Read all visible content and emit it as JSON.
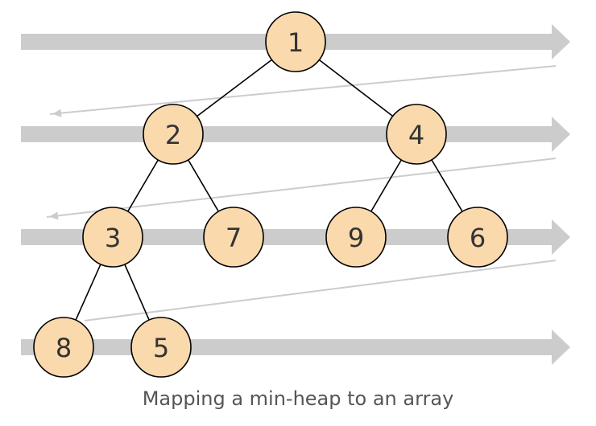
{
  "caption": "Mapping a min-heap to an array",
  "colors": {
    "node_fill": "#fad9ad",
    "node_stroke": "#000000",
    "band": "#cccccc",
    "zigzag": "#cccccc",
    "edge": "#000000",
    "text": "#333333"
  },
  "nodes": [
    {
      "id": "n1",
      "label": "1"
    },
    {
      "id": "n2",
      "label": "2"
    },
    {
      "id": "n4",
      "label": "4"
    },
    {
      "id": "n3",
      "label": "3"
    },
    {
      "id": "n7",
      "label": "7"
    },
    {
      "id": "n9",
      "label": "9"
    },
    {
      "id": "n6",
      "label": "6"
    },
    {
      "id": "n8",
      "label": "8"
    },
    {
      "id": "n5",
      "label": "5"
    }
  ],
  "edges": [
    {
      "from": "n1",
      "to": "n2"
    },
    {
      "from": "n1",
      "to": "n4"
    },
    {
      "from": "n2",
      "to": "n3"
    },
    {
      "from": "n2",
      "to": "n7"
    },
    {
      "from": "n4",
      "to": "n9"
    },
    {
      "from": "n4",
      "to": "n6"
    },
    {
      "from": "n3",
      "to": "n8"
    },
    {
      "from": "n3",
      "to": "n5"
    }
  ]
}
